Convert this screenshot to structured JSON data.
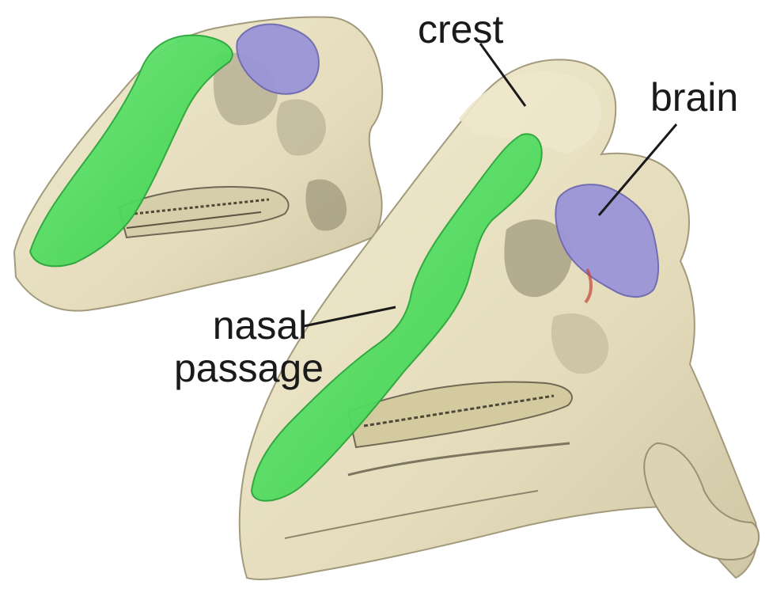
{
  "labels": {
    "crest": "crest",
    "brain": "brain",
    "nasal_line1": "nasal",
    "nasal_line2": "passage"
  },
  "colors": {
    "bone": "#e9e2c2",
    "bone_shadow": "#c9c0a0",
    "bone_dark": "#8d866c",
    "nasal_passage": "#4fdc5e",
    "brain": "#9a94d6",
    "leader_line": "#1a1a1a"
  }
}
